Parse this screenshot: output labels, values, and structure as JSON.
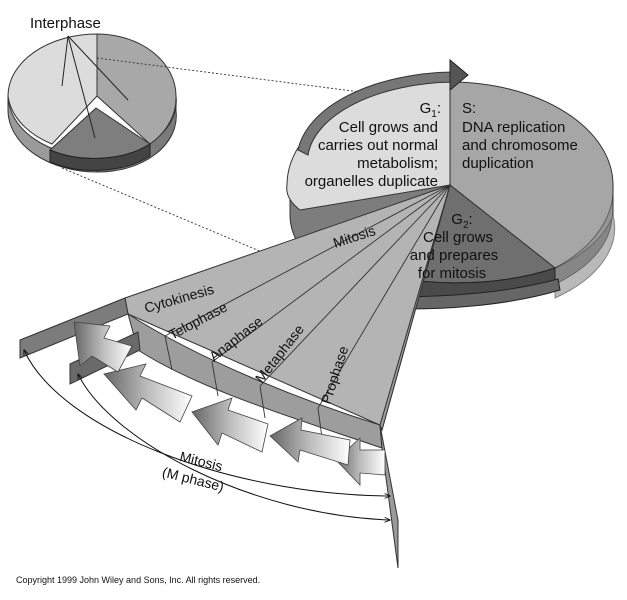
{
  "interphase_label": "Interphase",
  "g1": {
    "title": "G",
    "subscript": "1",
    "suffix": ":",
    "lines": [
      "Cell grows and",
      "carries out normal",
      "metabolism;",
      "organelles duplicate"
    ]
  },
  "s": {
    "title": "S:",
    "lines": [
      "DNA replication",
      "and chromosome",
      "duplication"
    ]
  },
  "g2": {
    "title": "G",
    "subscript": "2",
    "suffix": ":",
    "lines": [
      "Cell grows",
      "and prepares",
      "for mitosis"
    ]
  },
  "mitosis_label": "Mitosis",
  "phases": {
    "cytokinesis": "Cytokinesis",
    "telophase": "Telophase",
    "anaphase": "Anaphase",
    "metaphase": "Metaphase",
    "prophase": "Prophase"
  },
  "m_phase": {
    "line1": "Mitosis",
    "line2": "(M phase)"
  },
  "copyright": "Copyright 1999 John Wiley and Sons, Inc. All rights reserved.",
  "colors": {
    "g1": "#dcdcdc",
    "s": "#a3a3a3",
    "g2": "#6e6e6e",
    "fan": "#b5b5b5"
  }
}
